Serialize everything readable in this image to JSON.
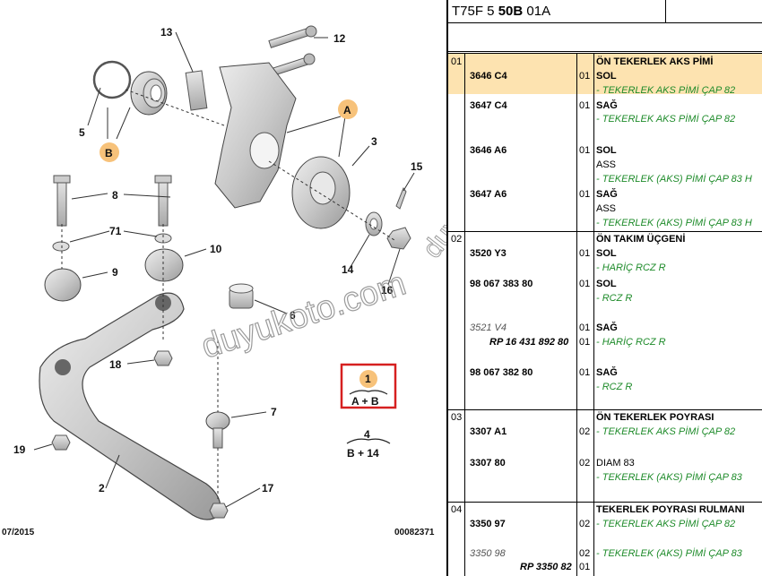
{
  "diagram": {
    "labels": [
      "13",
      "12",
      "A",
      "5",
      "B",
      "3",
      "15",
      "8",
      "71",
      "10",
      "9",
      "14",
      "16",
      "6",
      "18",
      "7",
      "1",
      "A + B",
      "4",
      "B + 14",
      "19",
      "2",
      "17"
    ],
    "footer_left": "07/2015",
    "footer_right": "00082371",
    "watermark_1": "duyukoto.com",
    "watermark_2": "duyukoto.com"
  },
  "table": {
    "header_prefix": "T75F 5 ",
    "header_bold": "50B",
    "header_suffix": " 01A",
    "rows": [
      {
        "grp": "01",
        "ref": "3646 C4",
        "qty": "01",
        "lines": [
          "ÖN TEKERLEK AKS PİMİ",
          "SOL",
          "- TEKERLEK AKS PİMİ ÇAP 82"
        ]
      },
      {
        "ref": "3647 C4",
        "qty": "01",
        "lines": [
          "SAĞ",
          "- TEKERLEK AKS PİMİ ÇAP 82"
        ]
      },
      {
        "ref": "3646 A6",
        "qty": "01",
        "lines": [
          "SOL",
          "ASS",
          "- TEKERLEK (AKS) PİMİ ÇAP 83 H"
        ]
      },
      {
        "ref": "3647 A6",
        "qty": "01",
        "lines": [
          "SAĞ",
          "ASS",
          "- TEKERLEK (AKS) PİMİ ÇAP 83 H"
        ]
      },
      {
        "grp": "02",
        "ref": "3520 Y3",
        "qty": "01",
        "lines": [
          "ÖN TAKIM ÜÇGENİ",
          "SOL",
          "- HARİÇ RCZ R"
        ]
      },
      {
        "ref": "98 067 383 80",
        "qty": "01",
        "lines": [
          "SOL",
          "- RCZ R"
        ]
      },
      {
        "ref": "3521 V4",
        "ref2": "RP 16 431 892 80",
        "qty": "01",
        "qty2": "01",
        "lines": [
          "SAĞ",
          "- HARİÇ RCZ R"
        ]
      },
      {
        "ref": "98 067 382 80",
        "qty": "01",
        "lines": [
          "SAĞ",
          "- RCZ R"
        ]
      },
      {
        "grp": "03",
        "ref": "3307 A1",
        "qty": "02",
        "lines": [
          "ÖN TEKERLEK POYRASI",
          "- TEKERLEK AKS PİMİ ÇAP 82"
        ]
      },
      {
        "ref": "3307 80",
        "qty": "02",
        "lines": [
          "DIAM 83",
          "- TEKERLEK (AKS) PİMİ ÇAP 83"
        ]
      },
      {
        "grp": "04",
        "ref": "3350 97",
        "qty": "02",
        "lines": [
          "TEKERLEK POYRASI RULMANI",
          "- TEKERLEK AKS PİMİ ÇAP 82"
        ]
      },
      {
        "ref": "3350 98",
        "ref2": "RP 3350 82",
        "qty": "02",
        "qty2": "01",
        "lines": [
          "- TEKERLEK (AKS) PİMİ ÇAP 83"
        ]
      }
    ]
  },
  "colors": {
    "highlight": "#fde3b0",
    "callout": "#f7c27a",
    "desc_green": "#1e8b2a",
    "box_red": "#d62020"
  }
}
